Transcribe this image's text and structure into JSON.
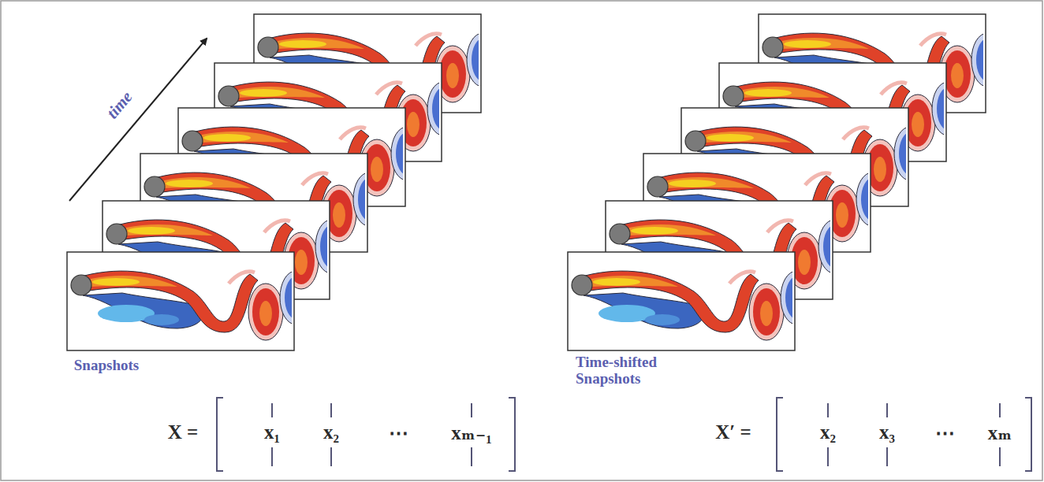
{
  "diagram": {
    "labels": [
      "time",
      "Snapshots",
      "X =",
      "x₁",
      "x₂",
      "⋯",
      "xₘ₋₁",
      "Time-shifted Snapshots",
      "X′ =",
      "x₂",
      "x₃",
      "⋯",
      "xₘ"
    ]
  }
}
